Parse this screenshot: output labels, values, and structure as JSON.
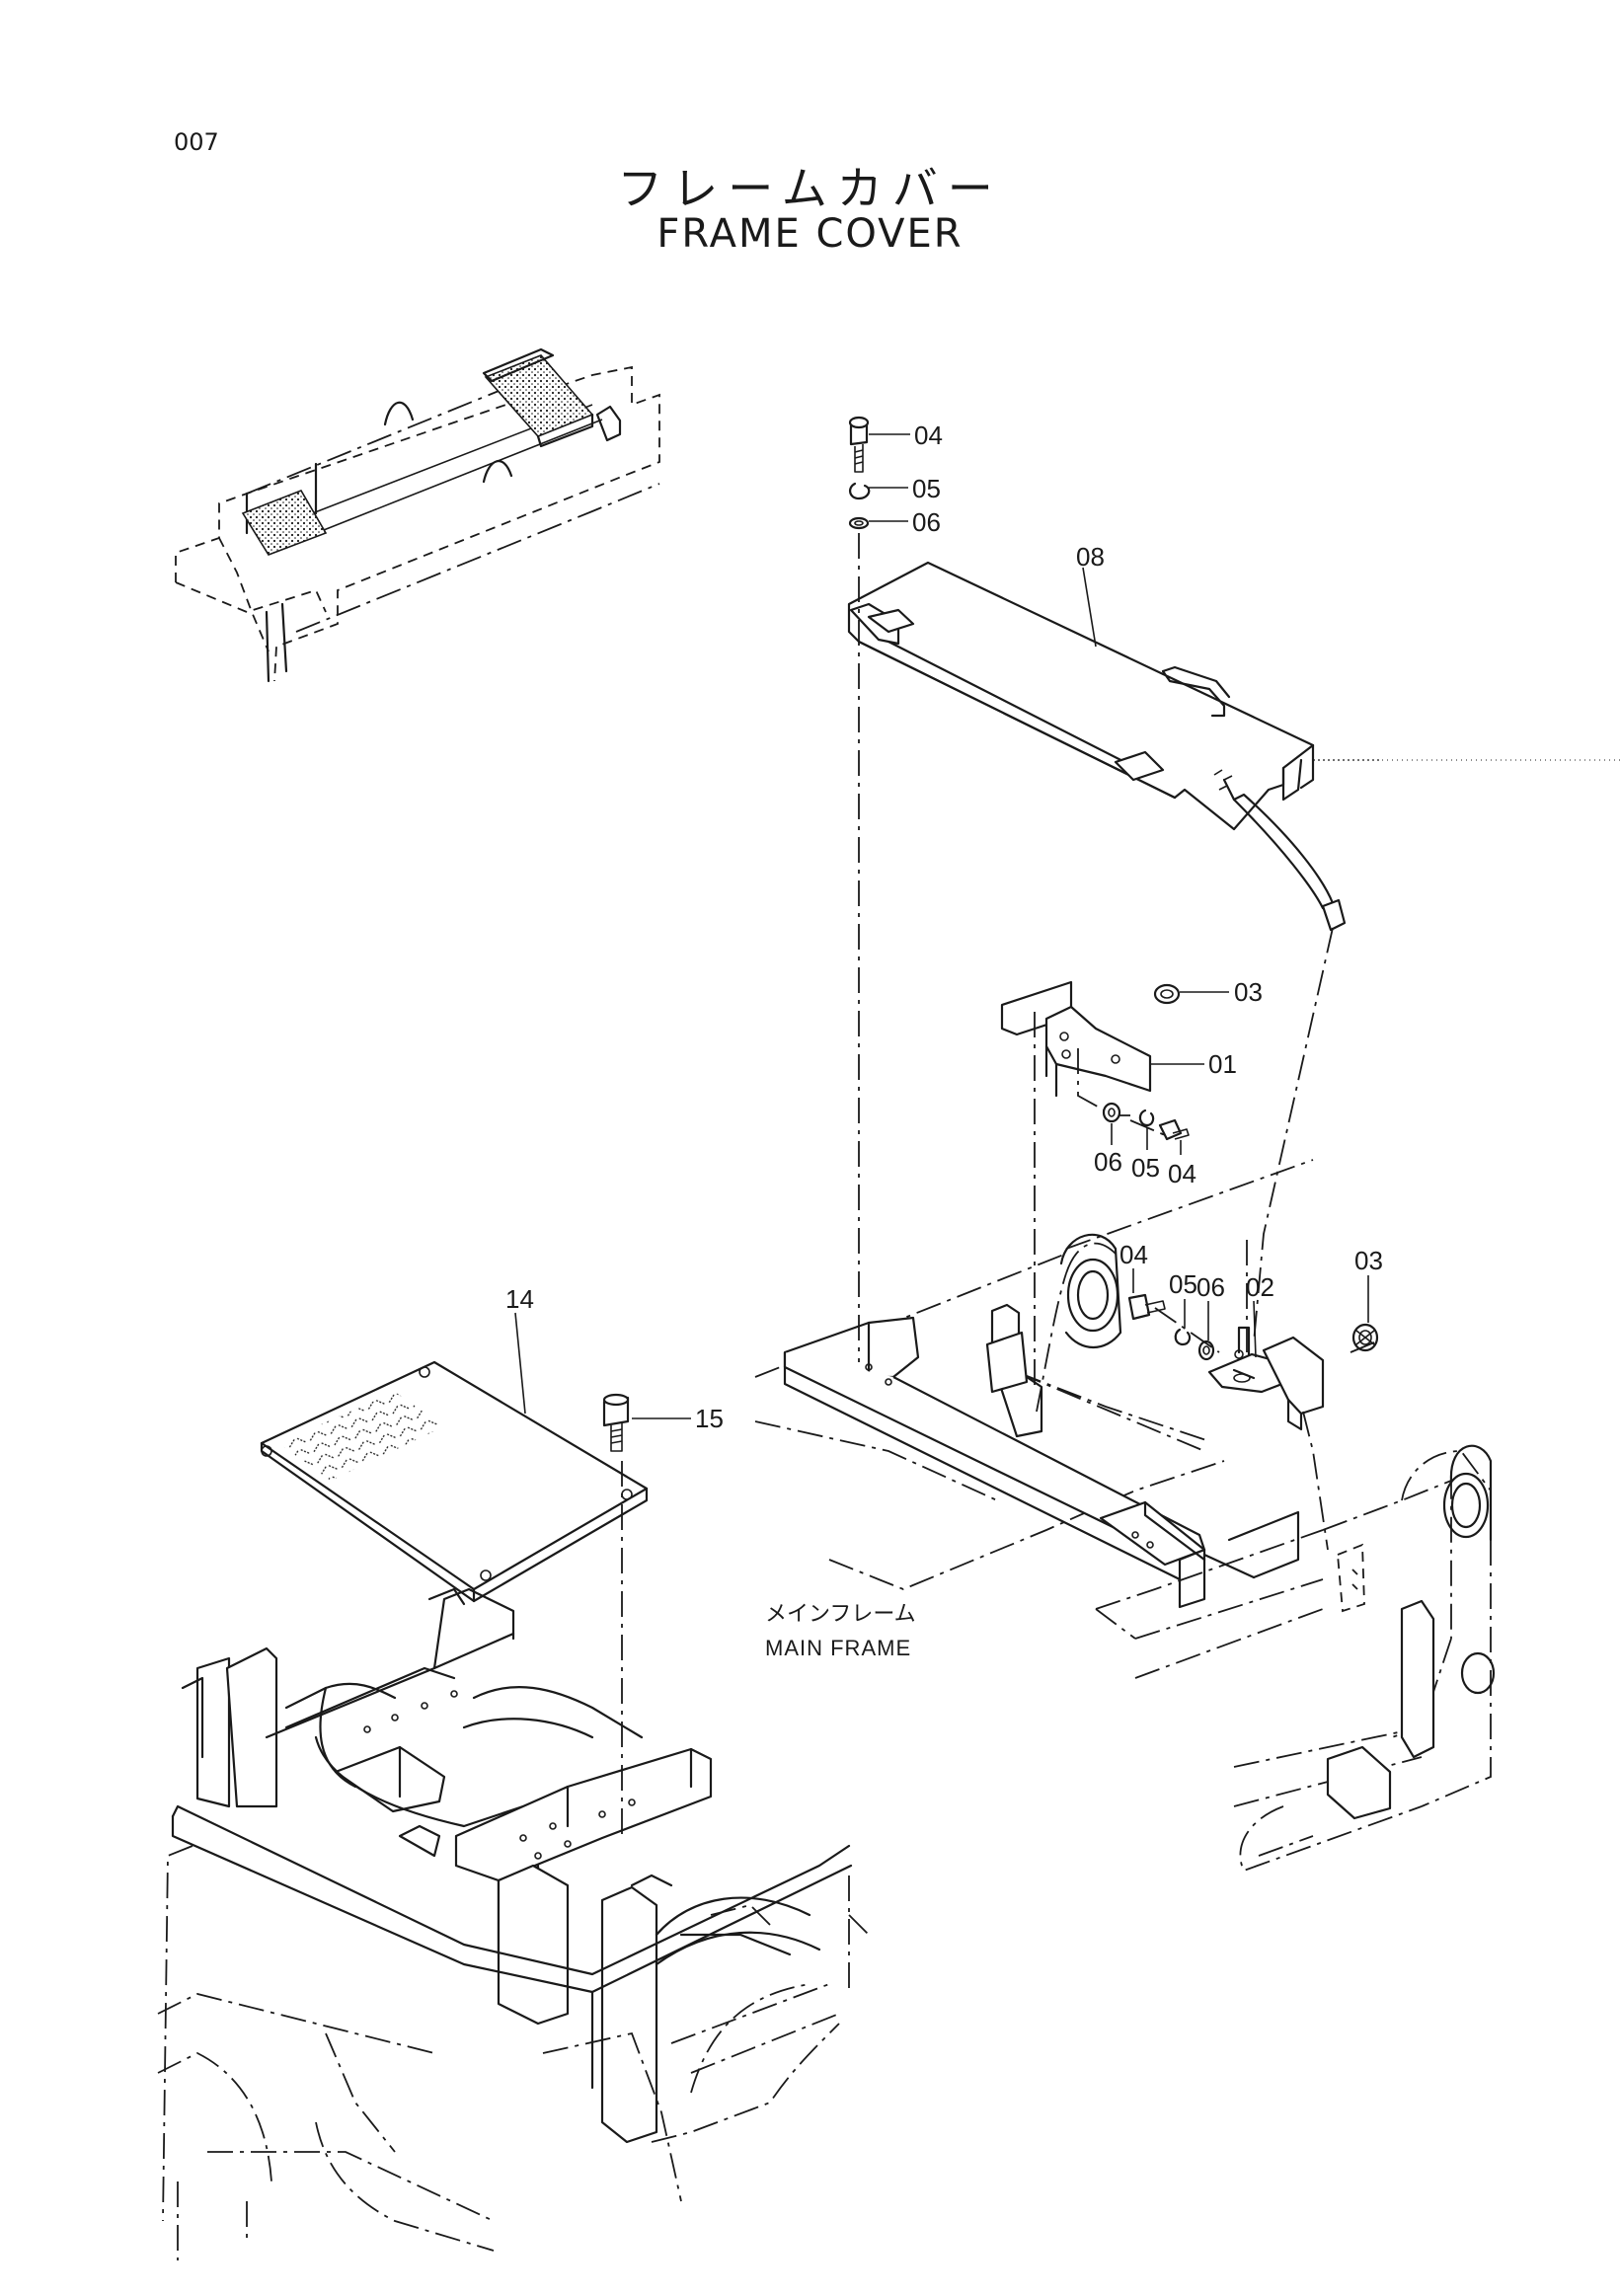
{
  "page_number": "007",
  "title_ja": "フレームカバー",
  "title_en": "FRAME COVER",
  "frame_label_ja": "メインフレーム",
  "frame_label_en": "MAIN FRAME",
  "callouts": [
    "04",
    "05",
    "06",
    "08",
    "03",
    "01",
    "06",
    "05",
    "04",
    "04",
    "05",
    "06",
    "02",
    "03",
    "14",
    "15"
  ]
}
